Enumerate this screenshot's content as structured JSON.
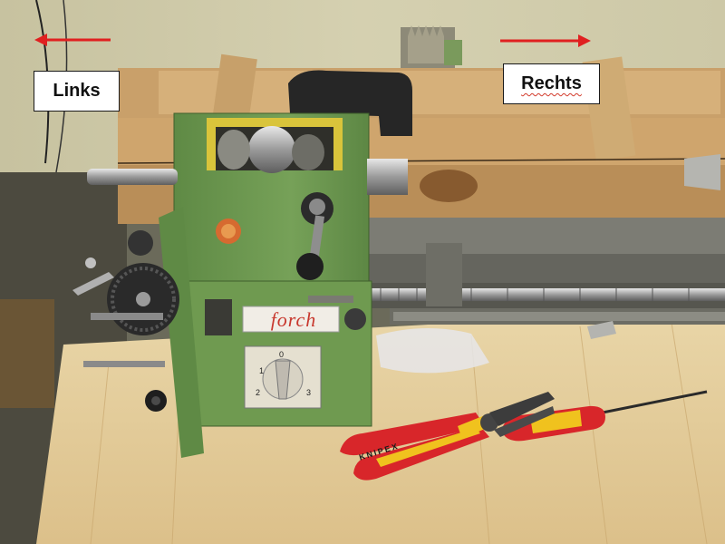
{
  "labels": {
    "left": "Links",
    "right": "Rechts"
  },
  "machine": {
    "brand": "forch",
    "dial_numbers": [
      "0",
      "1",
      "2",
      "3"
    ]
  },
  "tools": {
    "plier_brand": "KNIPEX"
  },
  "colors": {
    "arrow": "#e02020",
    "machine_green": "#6f9a50",
    "workbench": "#e6cf9e",
    "crate_wood": "#c9a06a",
    "plier_red": "#d8262a",
    "plier_yellow": "#f0c21e"
  },
  "icons": {
    "left_arrow": "arrow-left-icon",
    "right_arrow": "arrow-right-icon"
  }
}
